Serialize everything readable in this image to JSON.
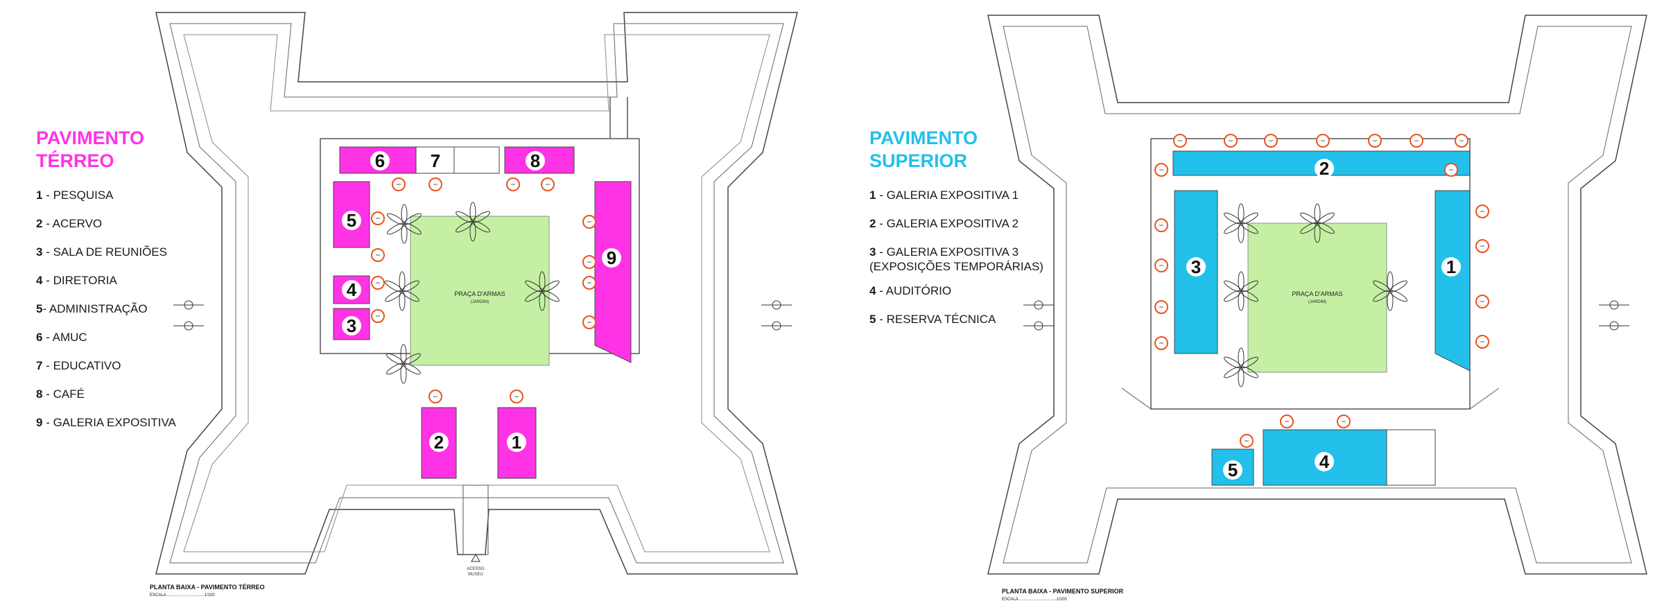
{
  "ground_floor": {
    "title_line1": "PAVIMENTO",
    "title_line2": "TÉRREO",
    "accent_color": "#ff33e6",
    "legend": [
      {
        "num": "1",
        "sep": " - ",
        "label": "PESQUISA"
      },
      {
        "num": "2",
        "sep": " - ",
        "label": "ACERVO"
      },
      {
        "num": "3",
        "sep": " - ",
        "label": "SALA DE REUNIÕES"
      },
      {
        "num": "4",
        "sep": " - ",
        "label": "DIRETORIA"
      },
      {
        "num": "5",
        "sep": "- ",
        "label": "ADMINISTRAÇÃO"
      },
      {
        "num": "6",
        "sep": " - ",
        "label": "AMUC"
      },
      {
        "num": "7",
        "sep": " - ",
        "label": "EDUCATIVO"
      },
      {
        "num": "8",
        "sep": " - ",
        "label": "CAFÉ"
      },
      {
        "num": "9",
        "sep": " - ",
        "label": "GALERIA EXPOSITIVA"
      }
    ],
    "courtyard_label": "PRAÇA D'ARMAS",
    "courtyard_sub": "(JARDIM)",
    "access_label_1": "ACESSO",
    "access_label_2": "MUSEU",
    "caption": "PLANTA BAIXA - PAVIMENTO TÉRREO",
    "scale": "ESCALA.................................1/100"
  },
  "upper_floor": {
    "title_line1": "PAVIMENTO",
    "title_line2": "SUPERIOR",
    "accent_color": "#22c0ea",
    "legend": [
      {
        "num": "1",
        "sep": " - ",
        "label": "GALERIA EXPOSITIVA 1"
      },
      {
        "num": "2",
        "sep": " - ",
        "label": "GALERIA EXPOSITIVA 2"
      },
      {
        "num": "3",
        "sep": " - ",
        "label": "GALERIA EXPOSITIVA 3"
      },
      {
        "num": "4",
        "sep": " - ",
        "label": "AUDITÓRIO"
      },
      {
        "num": "5",
        "sep": " - ",
        "label": "RESERVA TÉCNICA"
      }
    ],
    "legend_item3_line2": "(EXPOSIÇÕES TEMPORÁRIAS)",
    "courtyard_label": "PRAÇA D'ARMAS",
    "courtyard_sub": "(JARDIM)",
    "caption": "PLANTA BAIXA - PAVIMENTO SUPERIOR",
    "scale": "ESCALA.................................1/100"
  },
  "colors": {
    "room_ground": "#ff33e6",
    "room_upper": "#22c0ea",
    "courtyard": "#c5f0a4",
    "marker": "#e8541e",
    "wall": "#555555"
  },
  "room_numbers_ground": [
    "1",
    "2",
    "3",
    "4",
    "5",
    "6",
    "7",
    "8",
    "9"
  ],
  "room_numbers_upper": [
    "1",
    "2",
    "3",
    "4",
    "5"
  ]
}
